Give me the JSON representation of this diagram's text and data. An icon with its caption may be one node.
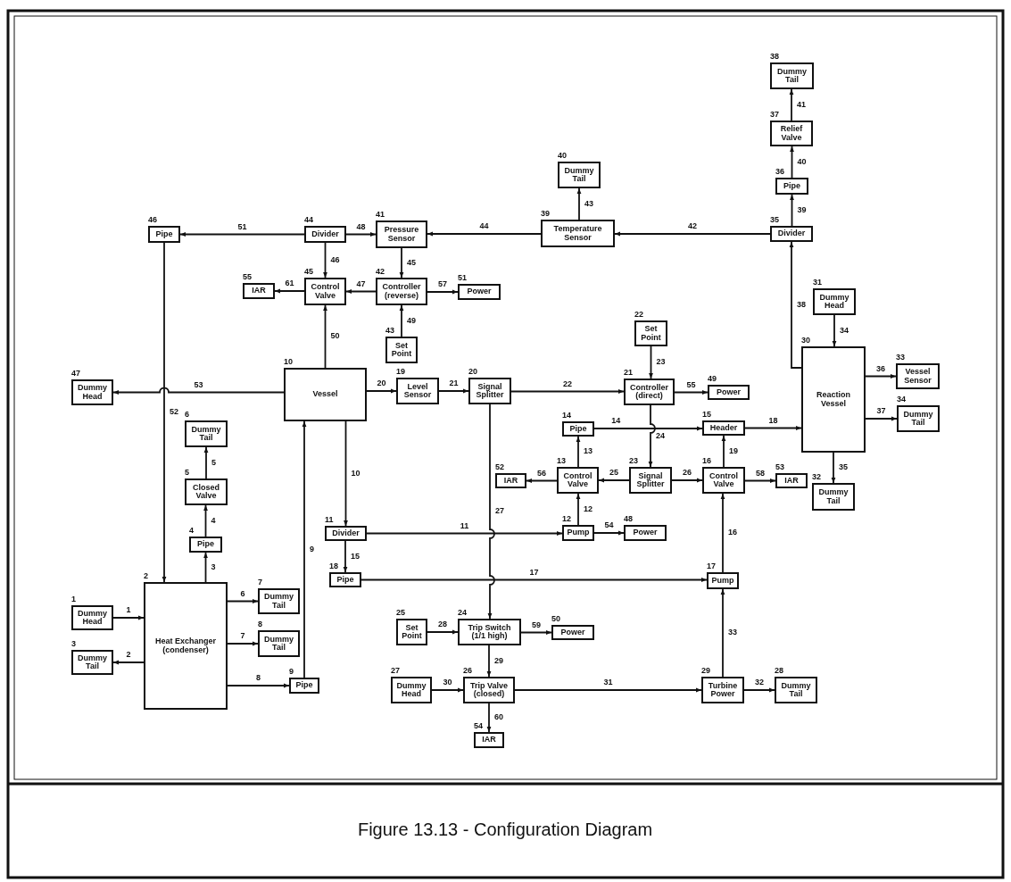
{
  "diagram": {
    "caption": "Figure 13.13 - Configuration Diagram",
    "nodes": [
      {
        "text": [
          "Dummy Head"
        ],
        "beside": [
          "1"
        ]
      },
      {
        "text": [
          "Heat Exchanger (condenser)"
        ],
        "beside": [
          "2"
        ]
      },
      {
        "text": [
          "Dummy Tail"
        ],
        "beside": [
          "3"
        ]
      },
      {
        "text": [
          "Pipe"
        ],
        "beside": [
          "4"
        ]
      },
      {
        "text": [
          "Closed Valve"
        ],
        "beside": [
          "5"
        ]
      },
      {
        "text": [
          "Dummy Tail"
        ],
        "beside": [
          "6"
        ]
      },
      {
        "text": [
          "Dummy Tail"
        ],
        "beside": [
          "7"
        ]
      },
      {
        "text": [
          "Dummy Tail"
        ],
        "beside": [
          "8"
        ]
      },
      {
        "text": [
          "Pipe"
        ],
        "beside": [
          "9"
        ]
      },
      {
        "text": [
          "Vessel"
        ],
        "beside": [
          "10"
        ]
      },
      {
        "text": [
          "Divider"
        ],
        "beside": [
          "11"
        ]
      },
      {
        "text": [
          "Pump"
        ],
        "beside": [
          "12"
        ]
      },
      {
        "text": [
          "Control Valve"
        ],
        "beside": [
          "13"
        ]
      },
      {
        "text": [
          "Pipe"
        ],
        "beside": [
          "14"
        ]
      },
      {
        "text": [
          "Header"
        ],
        "beside": [
          "15"
        ]
      },
      {
        "text": [
          "Control Valve"
        ],
        "beside": [
          "16"
        ]
      },
      {
        "text": [
          "Pump"
        ],
        "beside": [
          "17"
        ]
      },
      {
        "text": [
          "Pipe"
        ],
        "beside": [
          "18"
        ]
      },
      {
        "text": [
          "Level Sensor"
        ],
        "beside": [
          "19"
        ]
      },
      {
        "text": [
          "Signal Splitter"
        ],
        "beside": [
          "20"
        ]
      },
      {
        "text": [
          "Controller (direct)"
        ],
        "beside": [
          "21"
        ]
      },
      {
        "text": [
          "Set Point"
        ],
        "beside": [
          "22"
        ]
      },
      {
        "text": [
          "Signal Splitter"
        ],
        "beside": [
          "23"
        ]
      },
      {
        "text": [
          "Trip Switch (1/1 high)"
        ],
        "beside": [
          "24"
        ]
      },
      {
        "text": [
          "Set Point"
        ],
        "beside": [
          "25"
        ]
      },
      {
        "text": [
          "Trip Valve (closed)"
        ],
        "beside": [
          "26"
        ]
      },
      {
        "text": [
          "Dummy Head"
        ],
        "beside": [
          "27"
        ]
      },
      {
        "text": [
          "Dummy Tail"
        ],
        "beside": [
          "28"
        ]
      },
      {
        "text": [
          "Turbine Power"
        ],
        "beside": [
          "29"
        ]
      },
      {
        "text": [
          "Reaction Vessel"
        ],
        "beside": [
          "30"
        ]
      },
      {
        "text": [
          "Dummy Head"
        ],
        "beside": [
          "31"
        ]
      },
      {
        "text": [
          "Dummy Tail"
        ],
        "beside": [
          "32"
        ]
      },
      {
        "text": [
          "Vessel Sensor"
        ],
        "beside": [
          "33"
        ]
      },
      {
        "text": [
          "Dummy Tail"
        ],
        "beside": [
          "34"
        ]
      },
      {
        "text": [
          "Divider"
        ],
        "beside": [
          "35"
        ]
      },
      {
        "text": [
          "Pipe"
        ],
        "beside": [
          "36"
        ]
      },
      {
        "text": [
          "Relief Valve"
        ],
        "beside": [
          "37"
        ]
      },
      {
        "text": [
          "Dummy Tail"
        ],
        "beside": [
          "38"
        ]
      },
      {
        "text": [
          "Temperature Sensor"
        ],
        "beside": [
          "39"
        ]
      },
      {
        "text": [
          "Dummy Tail"
        ],
        "beside": [
          "40"
        ]
      },
      {
        "text": [
          "Pressure Sensor"
        ],
        "beside": [
          "41"
        ]
      },
      {
        "text": [
          "Controller (reverse)"
        ],
        "beside": [
          "42"
        ]
      },
      {
        "text": [
          "Set Point"
        ],
        "beside": [
          "43"
        ]
      },
      {
        "text": [
          "Divider"
        ],
        "beside": [
          "44"
        ]
      },
      {
        "text": [
          "Control Valve"
        ],
        "beside": [
          "45"
        ]
      },
      {
        "text": [
          "Pipe"
        ],
        "beside": [
          "46"
        ]
      },
      {
        "text": [
          "Dummy Head"
        ],
        "beside": [
          "47"
        ]
      },
      {
        "text": [
          "Power"
        ],
        "beside": [
          "48"
        ]
      },
      {
        "text": [
          "Power"
        ],
        "beside": [
          "49"
        ]
      },
      {
        "text": [
          "Power"
        ],
        "beside": [
          "50"
        ]
      },
      {
        "text": [
          "Power"
        ],
        "beside": [
          "51"
        ]
      },
      {
        "text": [
          "IAR"
        ],
        "beside": [
          "52"
        ]
      },
      {
        "text": [
          "IAR"
        ],
        "beside": [
          "53"
        ]
      },
      {
        "text": [
          "IAR"
        ],
        "beside": [
          "54"
        ]
      },
      {
        "text": [
          "IAR"
        ],
        "beside": [
          "55"
        ]
      }
    ],
    "edges": [
      {
        "from": 0,
        "to": 1,
        "arrow": "to",
        "label": "1"
      },
      {
        "from": 1,
        "to": 2,
        "arrow": "to",
        "label": "2"
      },
      {
        "from": 1,
        "to": 3,
        "arrow": "to",
        "label": "3"
      },
      {
        "from": 3,
        "to": 4,
        "arrow": "to",
        "label": "4"
      },
      {
        "from": 4,
        "to": 5,
        "arrow": "to",
        "label": "5"
      },
      {
        "from": 1,
        "to": 6,
        "arrow": "to",
        "label": "6"
      },
      {
        "from": 1,
        "to": 7,
        "arrow": "to",
        "label": "7"
      },
      {
        "from": 1,
        "to": 8,
        "arrow": "to",
        "label": "8"
      },
      {
        "from": 8,
        "to": 9,
        "arrow": "to",
        "label": "9"
      },
      {
        "from": 9,
        "to": 10,
        "arrow": "to",
        "label": "10"
      },
      {
        "from": 10,
        "to": 11,
        "arrow": "to",
        "label": "11"
      },
      {
        "from": 11,
        "to": 12,
        "arrow": "to",
        "label": "12"
      },
      {
        "from": 12,
        "to": 13,
        "arrow": "to",
        "label": "13"
      },
      {
        "from": 13,
        "to": 14,
        "arrow": "to",
        "label": "14"
      },
      {
        "from": 10,
        "to": 17,
        "arrow": "to",
        "label": "15"
      },
      {
        "from": 16,
        "to": 15,
        "arrow": "to",
        "label": "16"
      },
      {
        "from": 17,
        "to": 16,
        "arrow": "to",
        "label": "17"
      },
      {
        "from": 14,
        "to": 29,
        "arrow": "to",
        "label": "18"
      },
      {
        "from": 15,
        "to": 14,
        "arrow": "to",
        "label": "19"
      },
      {
        "from": 9,
        "to": 18,
        "arrow": "to",
        "label": "20"
      },
      {
        "from": 18,
        "to": 19,
        "arrow": "to",
        "label": "21"
      },
      {
        "from": 19,
        "to": 20,
        "arrow": "to",
        "label": "22"
      },
      {
        "from": 21,
        "to": 20,
        "arrow": "to",
        "label": "23"
      },
      {
        "from": 20,
        "to": 22,
        "arrow": "to",
        "label": "24"
      },
      {
        "from": 22,
        "to": 12,
        "arrow": "to",
        "label": "25"
      },
      {
        "from": 22,
        "to": 15,
        "arrow": "to",
        "label": "26"
      },
      {
        "from": 19,
        "to": 23,
        "arrow": "to",
        "label": "27"
      },
      {
        "from": 24,
        "to": 23,
        "arrow": "to",
        "label": "28"
      },
      {
        "from": 23,
        "to": 25,
        "arrow": "to",
        "label": "29"
      },
      {
        "from": 26,
        "to": 25,
        "arrow": "to",
        "label": "30"
      },
      {
        "from": 25,
        "to": 28,
        "arrow": "to",
        "label": "31"
      },
      {
        "from": 28,
        "to": 27,
        "arrow": "to",
        "label": "32"
      },
      {
        "from": 28,
        "to": 16,
        "arrow": "to",
        "label": "33"
      },
      {
        "from": 30,
        "to": 29,
        "arrow": "to",
        "label": "34"
      },
      {
        "from": 29,
        "to": 31,
        "arrow": "to",
        "label": "35"
      },
      {
        "from": 29,
        "to": 32,
        "arrow": "to",
        "label": "36"
      },
      {
        "from": 29,
        "to": 33,
        "arrow": "to",
        "label": "37"
      },
      {
        "from": 29,
        "to": 34,
        "arrow": "to",
        "label": "38"
      },
      {
        "from": 34,
        "to": 35,
        "arrow": "to",
        "label": "39"
      },
      {
        "from": 35,
        "to": 36,
        "arrow": "to",
        "label": "40"
      },
      {
        "from": 36,
        "to": 37,
        "arrow": "to",
        "label": "41"
      },
      {
        "from": 34,
        "to": 38,
        "arrow": "to",
        "label": "42"
      },
      {
        "from": 38,
        "to": 39,
        "arrow": "to",
        "label": "43"
      },
      {
        "from": 38,
        "to": 40,
        "arrow": "to",
        "label": "44"
      },
      {
        "from": 40,
        "to": 41,
        "arrow": "to",
        "label": "45"
      },
      {
        "from": 43,
        "to": 44,
        "arrow": "to",
        "label": "46"
      },
      {
        "from": 41,
        "to": 44,
        "arrow": "to",
        "label": "47"
      },
      {
        "from": 43,
        "to": 40,
        "arrow": "to",
        "label": "48"
      },
      {
        "from": 42,
        "to": 41,
        "arrow": "to",
        "label": "49"
      },
      {
        "from": 9,
        "to": 44,
        "arrow": "to",
        "label": "50"
      },
      {
        "from": 43,
        "to": 45,
        "arrow": "to",
        "label": "51"
      },
      {
        "from": 45,
        "to": 1,
        "arrow": "to",
        "label": "52"
      },
      {
        "from": 9,
        "to": 46,
        "arrow": "to",
        "label": "53"
      },
      {
        "from": 11,
        "to": 47,
        "arrow": "to",
        "label": "54"
      },
      {
        "from": 20,
        "to": 48,
        "arrow": "to",
        "label": "55"
      },
      {
        "from": 12,
        "to": 51,
        "arrow": "to",
        "label": "56"
      },
      {
        "from": 41,
        "to": 50,
        "arrow": "to",
        "label": "57"
      },
      {
        "from": 15,
        "to": 52,
        "arrow": "to",
        "label": "58"
      },
      {
        "from": 23,
        "to": 49,
        "arrow": "to",
        "label": "59"
      },
      {
        "from": 25,
        "to": 53,
        "arrow": "to",
        "label": "60"
      },
      {
        "from": 44,
        "to": 54,
        "arrow": "to",
        "label": "61"
      }
    ]
  }
}
